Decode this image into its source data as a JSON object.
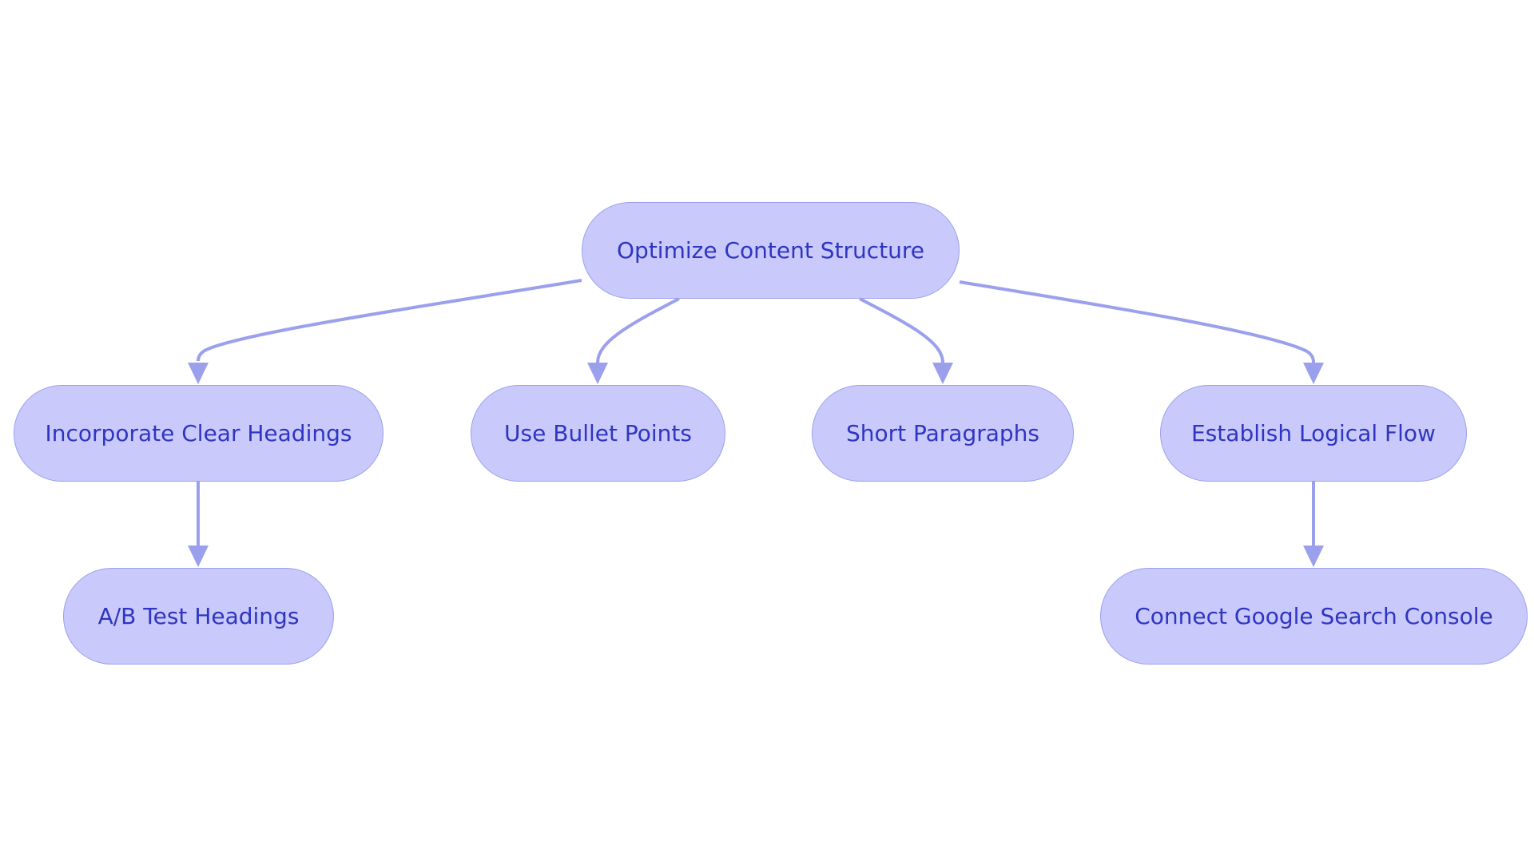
{
  "diagram": {
    "colors": {
      "node_fill": "#c9cafb",
      "node_border": "#9aa0ec",
      "node_text": "#2f35c0",
      "edge": "#9aa0ec",
      "background": "#ffffff"
    },
    "nodes": {
      "root": {
        "label": "Optimize Content Structure"
      },
      "headings": {
        "label": "Incorporate Clear Headings"
      },
      "bullets": {
        "label": "Use Bullet Points"
      },
      "paragraphs": {
        "label": "Short Paragraphs"
      },
      "flow": {
        "label": "Establish Logical Flow"
      },
      "ab_test": {
        "label": "A/B Test Headings"
      },
      "search_console": {
        "label": "Connect Google Search Console"
      }
    },
    "edges": [
      {
        "from": "root",
        "to": "headings"
      },
      {
        "from": "root",
        "to": "bullets"
      },
      {
        "from": "root",
        "to": "paragraphs"
      },
      {
        "from": "root",
        "to": "flow"
      },
      {
        "from": "headings",
        "to": "ab_test"
      },
      {
        "from": "flow",
        "to": "search_console"
      }
    ]
  }
}
